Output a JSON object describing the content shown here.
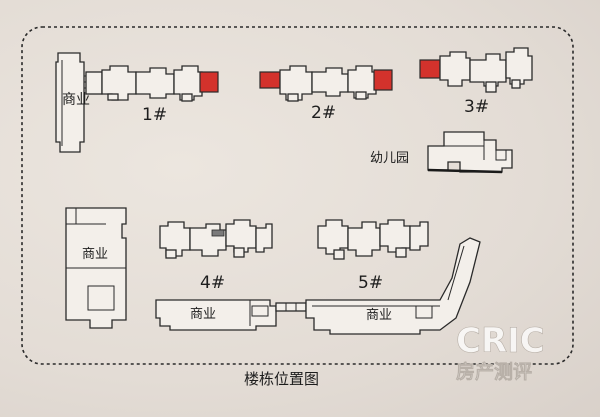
{
  "labels": {
    "commercial": "商业",
    "b1": "1#",
    "b2": "2#",
    "b3": "3#",
    "b4": "4#",
    "b5": "5#",
    "kindergarten": "幼儿园",
    "title": "楼栋位置图"
  },
  "watermark": {
    "brand": "CRIC",
    "sub": "房产测评"
  },
  "colors": {
    "highlight": "#d3322c",
    "line": "#2a2a2a",
    "background": "#e6dfd8"
  }
}
